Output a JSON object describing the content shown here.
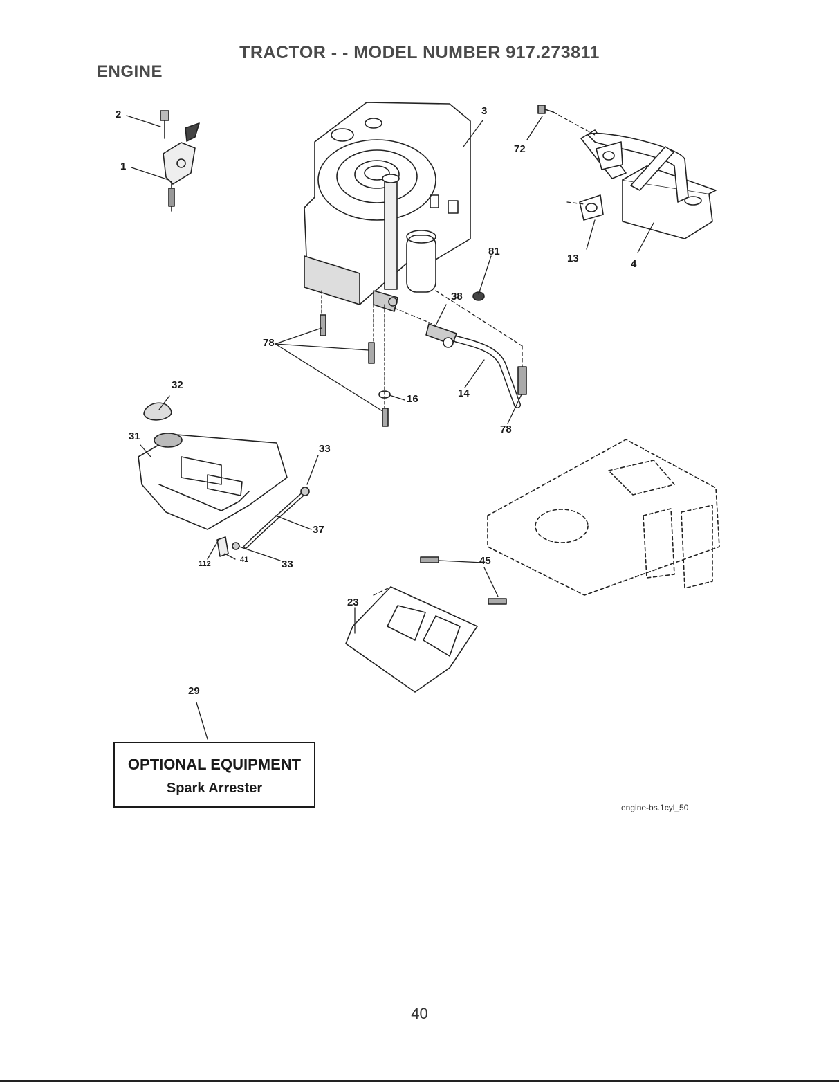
{
  "header": {
    "title": "TRACTOR - - MODEL NUMBER 917.273811",
    "section": "ENGINE"
  },
  "callouts": {
    "c1": "1",
    "c2": "2",
    "c3": "3",
    "c4": "4",
    "c13": "13",
    "c14": "14",
    "c16": "16",
    "c23": "23",
    "c29": "29",
    "c31": "31",
    "c32": "32",
    "c33a": "33",
    "c33b": "33",
    "c37": "37",
    "c38": "38",
    "c41": "41",
    "c45": "45",
    "c72": "72",
    "c78a": "78",
    "c78b": "78",
    "c81": "81",
    "c112": "112"
  },
  "optional_box": {
    "line1": "OPTIONAL EQUIPMENT",
    "line2": "Spark Arrester"
  },
  "ref_code": "engine-bs.1cyl_50",
  "page_number": "40"
}
